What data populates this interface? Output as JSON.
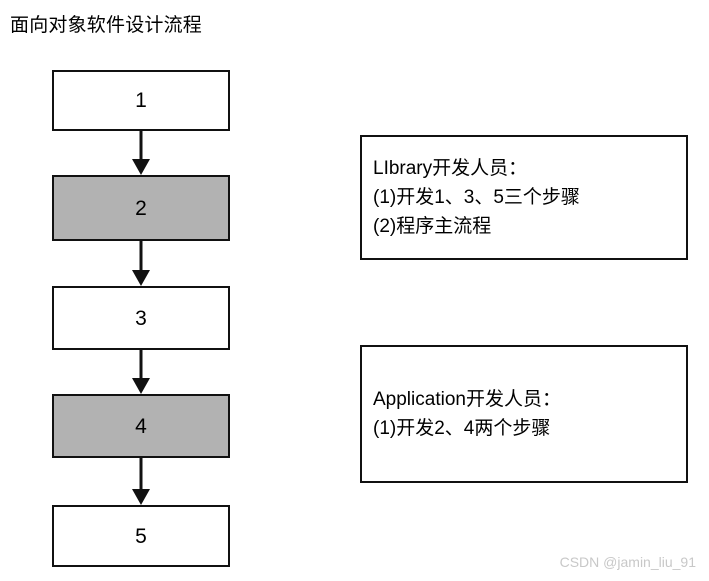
{
  "page": {
    "title": "面向对象软件设计流程",
    "watermark": "CSDN @jamin_liu_91",
    "accent_shaded": "#b2b2b2",
    "stroke": "#111111",
    "background": "#ffffff"
  },
  "flow": {
    "steps": [
      {
        "label": "1",
        "shaded": false
      },
      {
        "label": "2",
        "shaded": true
      },
      {
        "label": "3",
        "shaded": false
      },
      {
        "label": "4",
        "shaded": true
      },
      {
        "label": "5",
        "shaded": false
      }
    ],
    "arrow_count": 4
  },
  "notes": [
    {
      "lines": [
        "LIbrary开发人员：",
        "(1)开发1、3、5三个步骤",
        "(2)程序主流程"
      ]
    },
    {
      "lines": [
        "Application开发人员：",
        "(1)开发2、4两个步骤"
      ]
    }
  ]
}
